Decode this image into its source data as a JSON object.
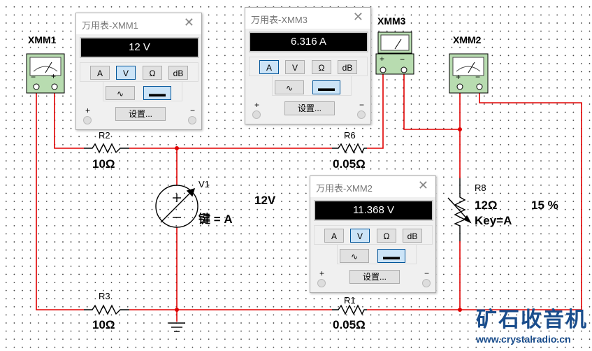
{
  "meters": [
    {
      "id": "XMM1",
      "title": "万用表-XMM1",
      "reading": "12 V",
      "mode": "V",
      "coupling": "DC"
    },
    {
      "id": "XMM3",
      "title": "万用表-XMM3",
      "reading": "6.316 A",
      "mode": "A",
      "coupling": "DC"
    },
    {
      "id": "XMM2",
      "title": "万用表-XMM2",
      "reading": "11.368 V",
      "mode": "V",
      "coupling": "DC"
    }
  ],
  "buttons": {
    "a": "A",
    "v": "V",
    "ohm": "Ω",
    "db": "dB",
    "settings": "设置...",
    "plus": "+",
    "minus": "−"
  },
  "components": {
    "r2": {
      "name": "R2",
      "value": "10Ω"
    },
    "r6": {
      "name": "R6",
      "value": "0.05Ω"
    },
    "r3": {
      "name": "R3",
      "value": "10Ω"
    },
    "r1": {
      "name": "R1",
      "value": "0.05Ω"
    },
    "r8": {
      "name": "R8",
      "value": "12Ω",
      "key": "Key=A",
      "percent": "15 %"
    },
    "v1": {
      "name": "V1",
      "key": "键 = A",
      "value": "12V"
    }
  },
  "instrument_labels": {
    "xmm1": "XMM1",
    "xmm2": "XMM2",
    "xmm3": "XMM3"
  },
  "watermark": {
    "title": "矿石收音机",
    "url": "www.crystalradio.cn"
  },
  "colors": {
    "wire": "#e00000",
    "accent": "#005499",
    "logo": "#1a4d8c"
  }
}
